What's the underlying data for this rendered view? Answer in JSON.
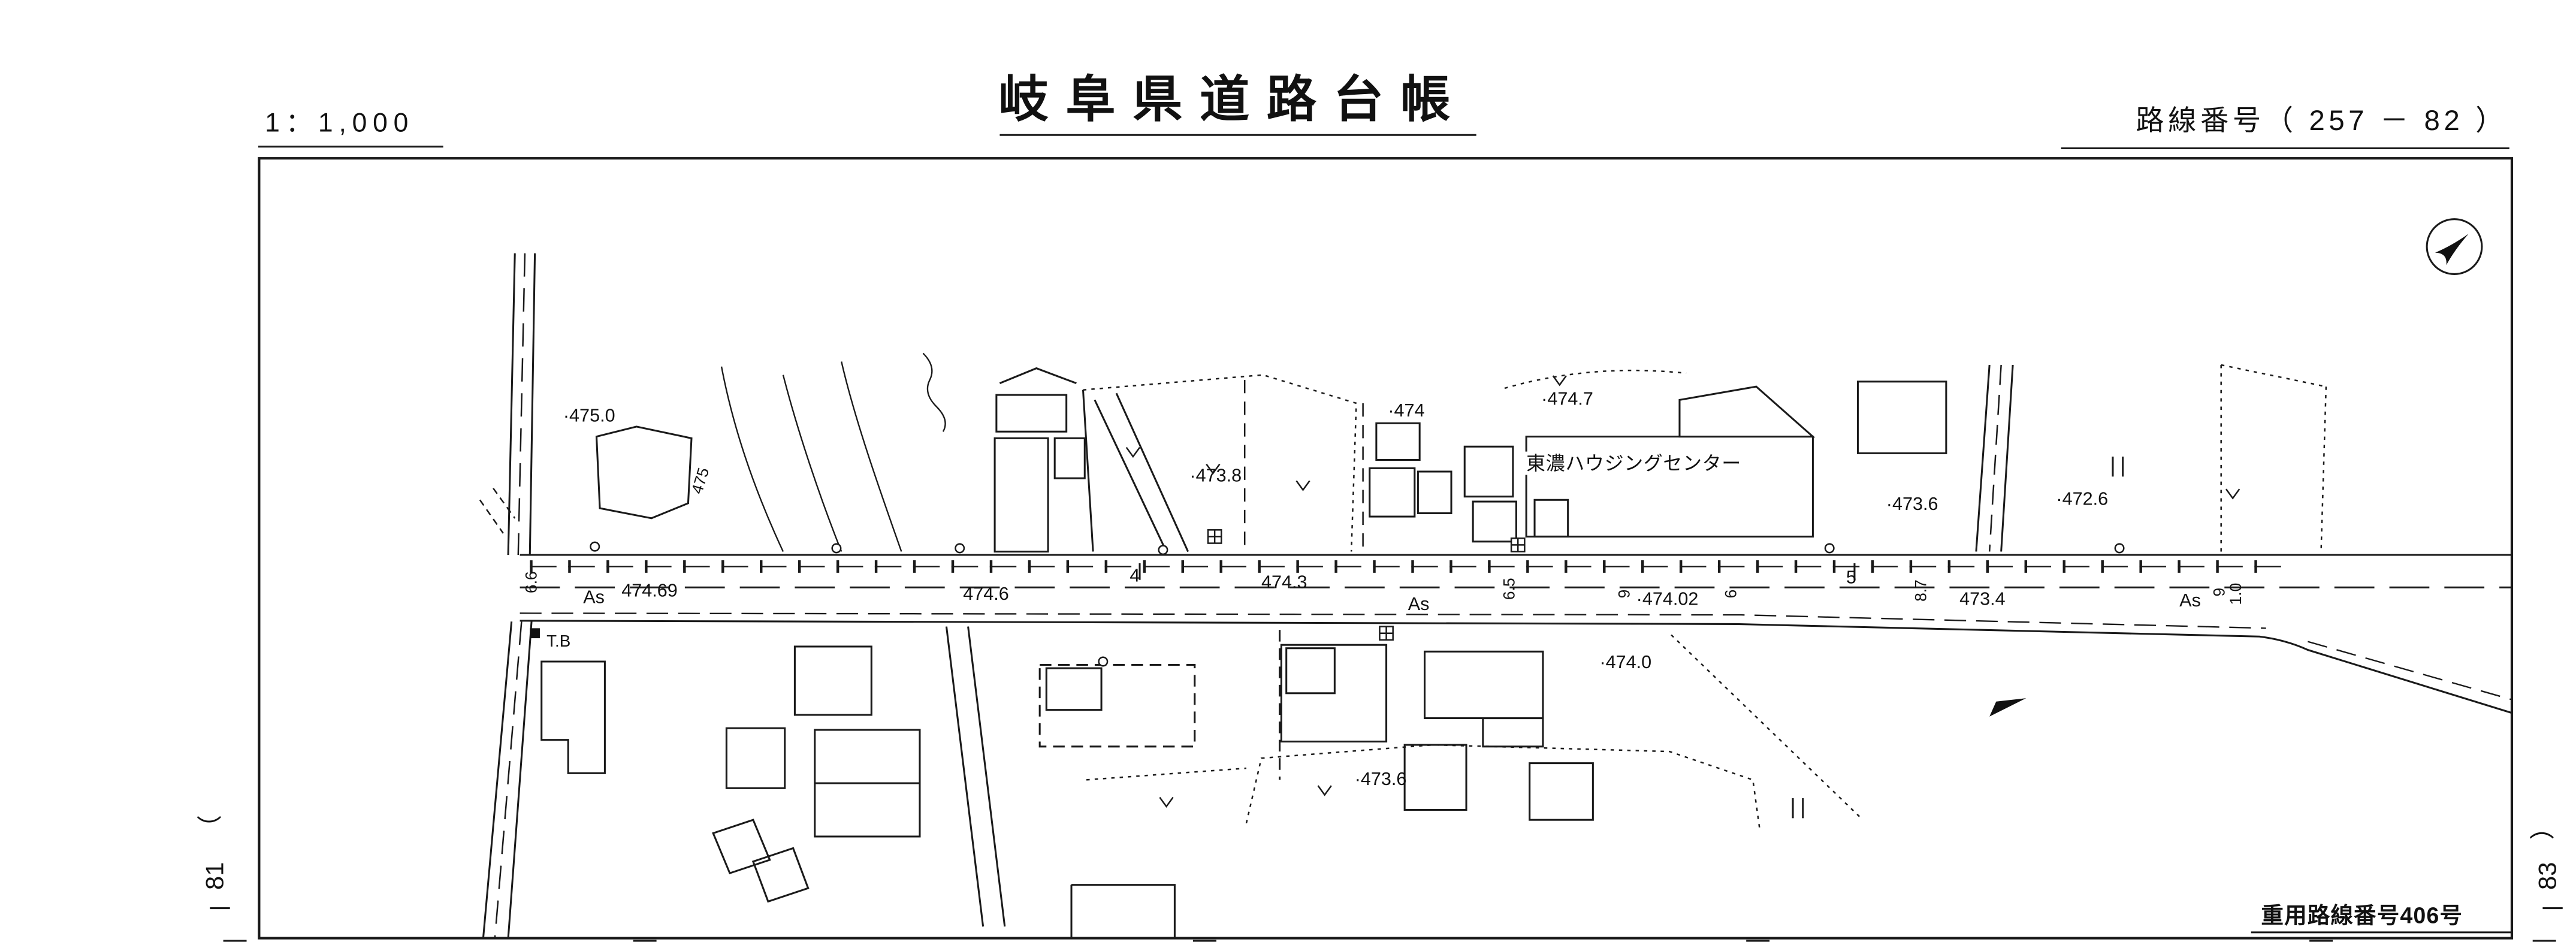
{
  "header": {
    "scale": "1：1,000",
    "title": "岐阜県道路台帳",
    "route_number": "路線番号（ 257 － 82 ）"
  },
  "sheet_refs": {
    "left_paren": "（",
    "left_number": "81",
    "right_paren": "）",
    "right_number": "83"
  },
  "footer": {
    "overlap_route_number": "重用路線番号406号"
  },
  "icons": {
    "north_arrow": "north-arrow-compass"
  },
  "map": {
    "facility_label": "東濃ハウジングセンター",
    "benchmark_label": "T.B",
    "contour": "475",
    "surface": {
      "left": "As",
      "mid": "As",
      "right": "As"
    },
    "stations": {
      "s4": "4",
      "s5": "5"
    },
    "elevations": {
      "e475_0": "·475.0",
      "e473_8": "·473.8",
      "e474": "·474",
      "e474_7": "·474.7",
      "e473_6_upper": "·473.6",
      "e472_6": "·472.6",
      "e474_0": "·474.0",
      "e473_6_lower": "·473.6"
    },
    "road_values": {
      "v474_69": "474.69",
      "v474_6": "474.6",
      "v474_3": "474.3",
      "v474_02": "·474.02",
      "v473_4": "473.4"
    },
    "widths": {
      "w_left": "6.6",
      "w_mid": "6.5",
      "w_9a": "9",
      "w_6b": "6",
      "w_8_7": "8.7",
      "w_9c": "9",
      "w_1_0": "1.0"
    }
  }
}
